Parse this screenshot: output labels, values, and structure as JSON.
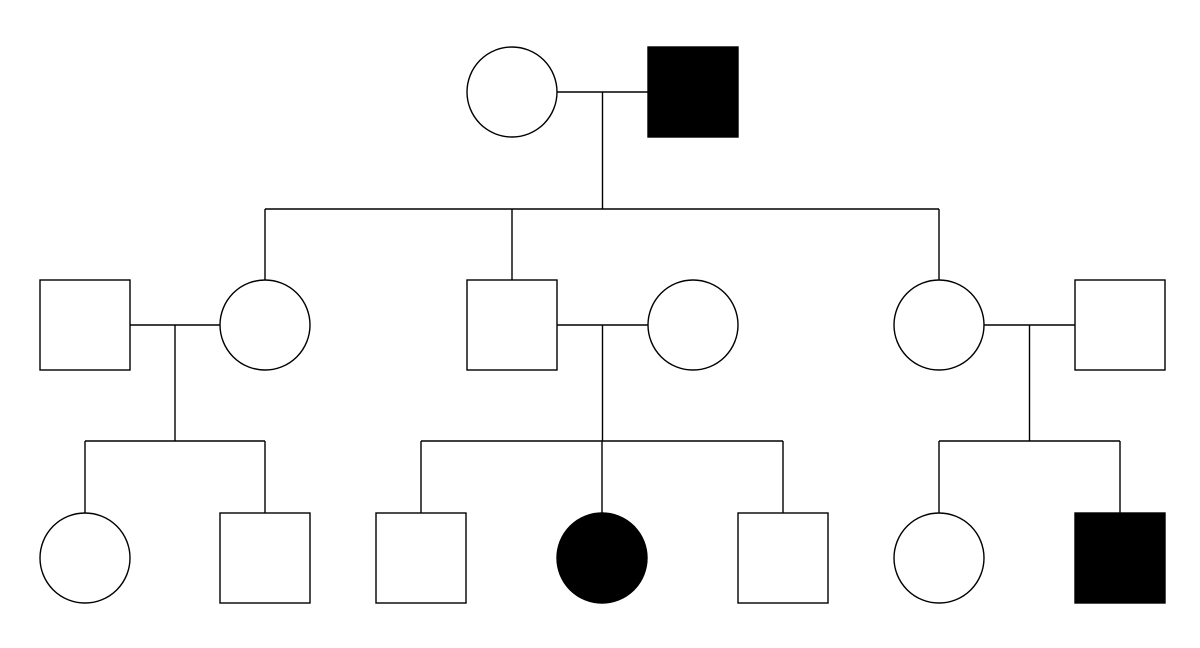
{
  "legend_colors": {
    "affected": "#000000",
    "unaffected": "#ffffff",
    "line": "#000000"
  },
  "generations": [
    {
      "members": [
        {
          "id": "g1-f",
          "sex": "female",
          "affected": false
        },
        {
          "id": "g1-m",
          "sex": "male",
          "affected": true
        }
      ]
    },
    {
      "members": [
        {
          "id": "g2-spouse1",
          "sex": "male",
          "affected": false
        },
        {
          "id": "g2-d1",
          "sex": "female",
          "affected": false
        },
        {
          "id": "g2-s1",
          "sex": "male",
          "affected": false
        },
        {
          "id": "g2-spouse2",
          "sex": "female",
          "affected": false
        },
        {
          "id": "g2-d2",
          "sex": "female",
          "affected": false
        },
        {
          "id": "g2-spouse3",
          "sex": "male",
          "affected": false
        }
      ]
    },
    {
      "members": [
        {
          "id": "g3-1",
          "sex": "female",
          "affected": false
        },
        {
          "id": "g3-2",
          "sex": "male",
          "affected": false
        },
        {
          "id": "g3-3",
          "sex": "male",
          "affected": false
        },
        {
          "id": "g3-4",
          "sex": "female",
          "affected": true
        },
        {
          "id": "g3-5",
          "sex": "male",
          "affected": false
        },
        {
          "id": "g3-6",
          "sex": "female",
          "affected": false
        },
        {
          "id": "g3-7",
          "sex": "male",
          "affected": true
        }
      ]
    }
  ],
  "matings": [
    {
      "partners": [
        "g1-f",
        "g1-m"
      ],
      "children": [
        "g2-d1",
        "g2-s1",
        "g2-d2"
      ]
    },
    {
      "partners": [
        "g2-spouse1",
        "g2-d1"
      ],
      "children": [
        "g3-1",
        "g3-2"
      ]
    },
    {
      "partners": [
        "g2-s1",
        "g2-spouse2"
      ],
      "children": [
        "g3-3",
        "g3-4",
        "g3-5"
      ]
    },
    {
      "partners": [
        "g2-d2",
        "g2-spouse3"
      ],
      "children": [
        "g3-6",
        "g3-7"
      ]
    }
  ]
}
